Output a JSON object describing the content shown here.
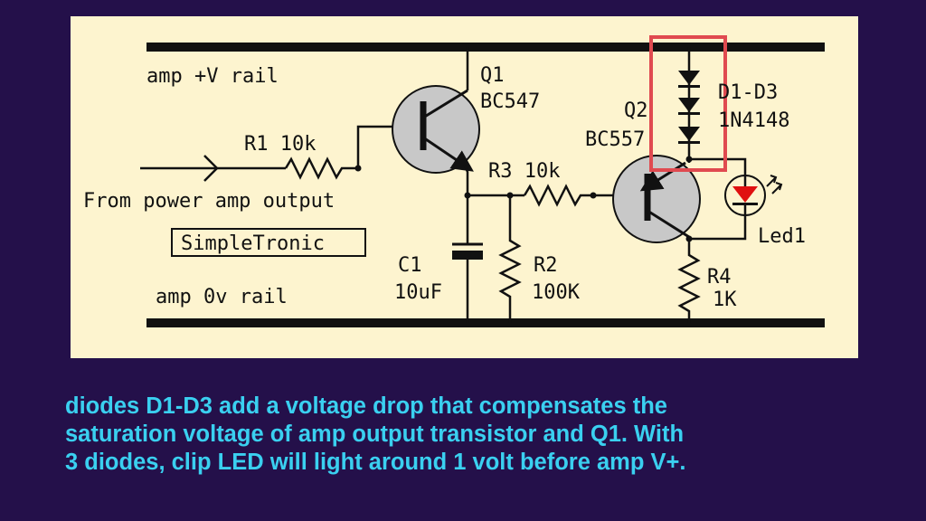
{
  "labels": {
    "rail_top": "amp +V rail",
    "rail_bottom": "amp 0v rail",
    "q1_name": "Q1",
    "q1_part": "BC547",
    "q2_name": "Q2",
    "q2_part": "BC557",
    "r1": "R1 10k",
    "r2_name": "R2",
    "r2_value": "100K",
    "r3": "R3 10k",
    "r4_name": "R4",
    "r4_value": "1K",
    "c1_name": "C1",
    "c1_value": "10uF",
    "diodes_name": "D1-D3",
    "diodes_part": "1N4148",
    "led": "Led1",
    "input": "From power amp output",
    "brand": "SimpleTronic"
  },
  "caption": {
    "line1": "diodes D1-D3 add a voltage drop that compensates the",
    "line2": "saturation voltage of amp output transistor and Q1. With",
    "line3": "3 diodes,  clip LED will light around 1 volt before amp V+."
  },
  "colors": {
    "background": "#24104a",
    "panel": "#fdf4cf",
    "transistor_fill": "#c8c8c8",
    "highlight": "#e04a50",
    "led": "#e01010",
    "caption": "#3ad0f0"
  }
}
